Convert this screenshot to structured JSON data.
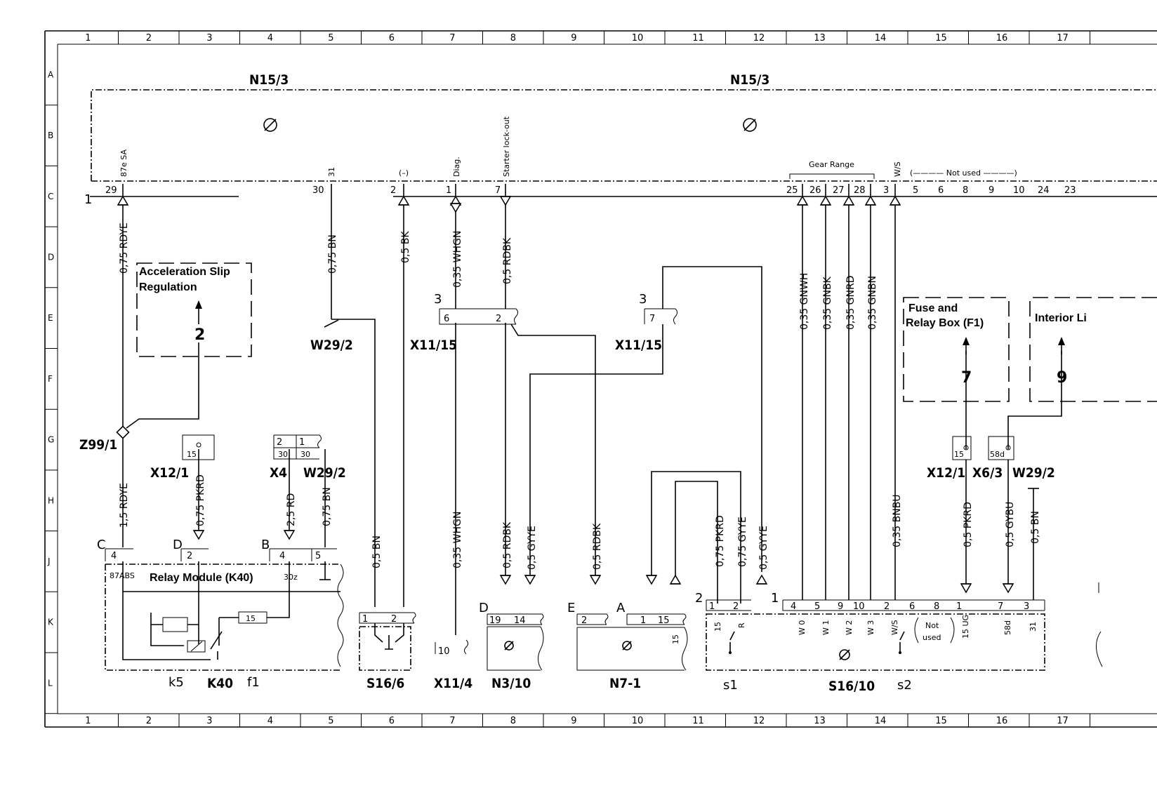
{
  "grid": {
    "columns": [
      "1",
      "2",
      "3",
      "4",
      "5",
      "6",
      "7",
      "8",
      "9",
      "10",
      "11",
      "12",
      "13",
      "14",
      "15",
      "16",
      "17"
    ],
    "rows": [
      "A",
      "B",
      "C",
      "D",
      "E",
      "F",
      "G",
      "H",
      "J",
      "K",
      "L"
    ]
  },
  "labels": {
    "n15_left": "N15/3",
    "n15_right": "N15/3",
    "pin1_left": "1",
    "pin29": "29",
    "pin87e": "87e SA",
    "pin30": "30",
    "pin31": "31",
    "pin2": "2",
    "pinneg": "(–)",
    "pin1d": "1",
    "diag": "Diag.",
    "pin7": "7",
    "starter": "Starter lock-out",
    "gear_range": "Gear Range",
    "p25": "25",
    "p26": "26",
    "p27": "27",
    "p28": "28",
    "p3": "3",
    "ws": "W/S",
    "not_used_top": "(———— Not used ————)",
    "p5": "5",
    "p6": "6",
    "p8": "8",
    "p9": "9",
    "p10": "10",
    "p24": "24",
    "p23": "23",
    "w_rdye075": "0,75 RDYE",
    "w_bn075": "0,75 BN",
    "w_bk05": "0,5 BK",
    "w_whgn035": "0,35 WHGN",
    "w_rdbk05": "0,5 RDBK",
    "w_gnwh": "0,35 GNWH",
    "w_gnbk": "0,35 GNBK",
    "w_gnrd": "0,35 GNRD",
    "w_gnbn": "0,35 GNBN",
    "asr_1": "Acceleration Slip",
    "asr_2": "Regulation",
    "asr_num": "2",
    "w29_2_a": "W29/2",
    "x11_15_a": "X11/15",
    "x11_15_b": "X11/15",
    "x11_3a": "3",
    "x11_6": "6",
    "x11_2": "2",
    "x11_3b": "3",
    "x11_7": "7",
    "fuse_1": "Fuse and",
    "fuse_2": "Relay Box (F1)",
    "fuse_num": "7",
    "interior": "Interior Li",
    "interior_num": "9",
    "z99": "Z99/1",
    "x12_1a": "X12/1",
    "x12_15": "15",
    "x4": "X4",
    "w29_2_b": "W29/2",
    "x4_2": "2",
    "x4_1": "1",
    "x4_30a": "30",
    "x4_30b": "30",
    "x12_1b": "X12/1",
    "x6_3": "X6/3",
    "w29_2_c": "W29/2",
    "x12b_15": "15",
    "x6_58d": "58d",
    "w_rdye15": "1,5 RDYE",
    "w_pkrd075a": "0,75 PKRD",
    "w_rd25": "2,5 RD",
    "w_bn075b": "0,75 BN",
    "w_bn05a": "0,5 BN",
    "w_whgn035b": "0,35 WHGN",
    "w_rdbk05b": "0,5 RDBK",
    "w_gyye05a": "0,5 GYYE",
    "w_rdbk05c": "0,5 RDBK",
    "w_pkrd075b": "0,75 PKRD",
    "w_gyye075": "0,75 GYYE",
    "w_gyye05b": "0,5 GYYE",
    "w_bnbu": "0,35 BNBU",
    "w_pkrd05": "0,5 PKRD",
    "w_gybu": "0,5 GYBU",
    "w_bn05b": "0,5 BN",
    "k40_C": "C",
    "k40_D": "D",
    "k40_B": "B",
    "k40_4": "4",
    "k40_2": "2",
    "k40_4b": "4",
    "k40_5": "5",
    "k40_87abs": "87ABS",
    "k40_title": "Relay Module (K40)",
    "k40_30z": "30z",
    "k40_15": "15",
    "k5": "k5",
    "k40": "K40",
    "f1": "f1",
    "s16_6": "S16/6",
    "s166_1": "1",
    "s166_2": "2",
    "x11_4": "X11/4",
    "x114_10": "10",
    "n3_10": "N3/10",
    "n310_D": "D",
    "n310_19": "19",
    "n310_14": "14",
    "n7_1": "N7-1",
    "n71_E": "E",
    "n71_2": "2",
    "n71_A": "A",
    "n71_1": "1",
    "n71_15a": "15",
    "n71_15b": "15",
    "s16_10": "S16/10",
    "s1": "s1",
    "s2": "s2",
    "s1610_2": "2",
    "s1610_1a": "1",
    "s1610_2b": "2",
    "s1610_1": "1",
    "s1610_4": "4",
    "s1610_5": "5",
    "s1610_9": "9",
    "s1610_10": "10",
    "s1610_2c": "2",
    "s1610_6": "6",
    "s1610_8": "8",
    "s1610_1c": "1",
    "s1610_7": "7",
    "s1610_3": "3",
    "t15": "15",
    "tR": "R",
    "tW0": "W 0",
    "tW1": "W 1",
    "tW2": "W 2",
    "tW3": "W 3",
    "tWS": "W/S",
    "tNot": "Not",
    "tused": "used",
    "t15UG": "15 UG",
    "t58d": "58d",
    "t31": "31"
  }
}
